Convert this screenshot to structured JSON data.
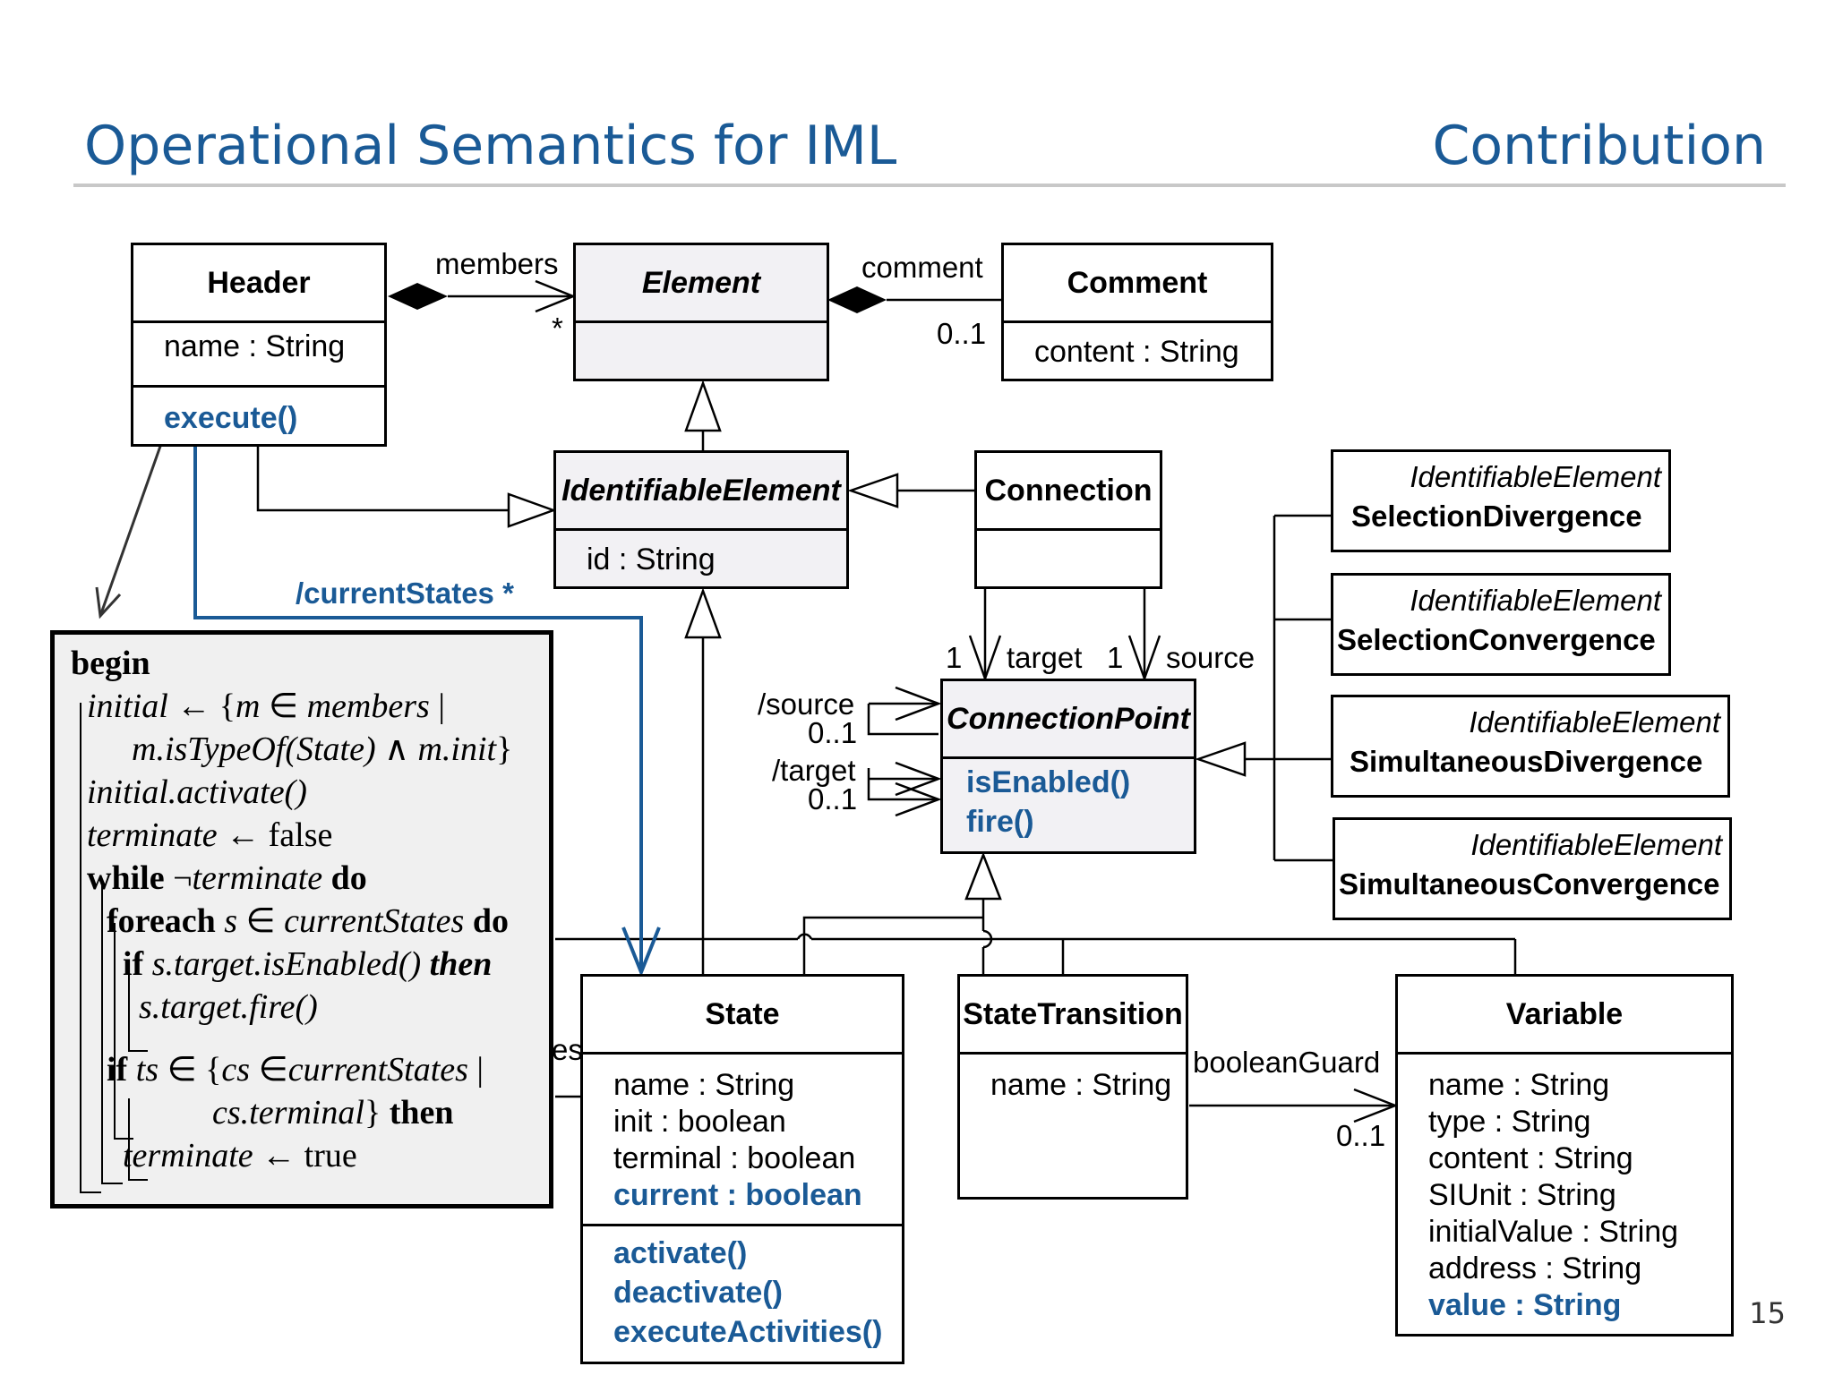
{
  "slide": {
    "title": "Operational Semantics for IML",
    "section": "Contribution",
    "page_number": "15"
  },
  "classes": {
    "header": {
      "name": "Header",
      "attr": "name : String",
      "op": "execute()"
    },
    "element": {
      "name": "Element"
    },
    "comment": {
      "name": "Comment",
      "attr": "content : String"
    },
    "identifiable_element": {
      "name": "IdentifiableElement",
      "attr": "id : String"
    },
    "connection": {
      "name": "Connection"
    },
    "connection_point": {
      "name": "ConnectionPoint",
      "ops": [
        "isEnabled()",
        "fire()"
      ]
    },
    "state": {
      "name": "State",
      "attrs": [
        "name : String",
        "init : boolean",
        "terminal : boolean"
      ],
      "attr_highlight": "current : boolean",
      "ops": [
        "activate()",
        "deactivate()",
        "executeActivities()"
      ]
    },
    "state_transition": {
      "name": "StateTransition",
      "attr": "name : String"
    },
    "variable": {
      "name": "Variable",
      "attrs": [
        "name : String",
        "type : String",
        "content : String",
        "SIUnit : String",
        "initialValue : String",
        "address : String"
      ],
      "attr_highlight": "value : String"
    },
    "stereotyped": [
      {
        "stereotype": "IdentifiableElement",
        "name": "SelectionDivergence"
      },
      {
        "stereotype": "IdentifiableElement",
        "name": "SelectionConvergence"
      },
      {
        "stereotype": "IdentifiableElement",
        "name": "SimultaneousDivergence"
      },
      {
        "stereotype": "IdentifiableElement",
        "name": "SimultaneousConvergence"
      }
    ]
  },
  "labels": {
    "members": "members",
    "members_mult": "*",
    "comment": "comment",
    "comment_mult": "0..1",
    "current_states": "/currentStates *",
    "target_mult": "1",
    "target": "target",
    "source_mult": "1",
    "source": "source",
    "derived_source": "/source",
    "derived_source_mult": "0..1",
    "derived_target": "/target",
    "derived_target_mult": "0..1",
    "boolean_guard": "booleanGuard",
    "boolean_guard_mult": "0..1",
    "cropped_label": "es"
  },
  "algorithm": {
    "l1": "begin",
    "l2_a": "initial",
    "l2_b": " ← {",
    "l2_c": "m",
    "l2_d": " ∈ ",
    "l2_e": "members",
    "l2_f": " |",
    "l3_a": "m.isTypeOf(State)",
    "l3_b": " ∧ ",
    "l3_c": "m.init",
    "l3_d": "}",
    "l4": "initial.activate()",
    "l5_a": "terminate",
    "l5_b": " ← false",
    "l6_a": "while",
    "l6_b": " ¬",
    "l6_c": "terminate",
    "l6_d": " do",
    "l7_a": "foreach",
    "l7_b": " s",
    "l7_c": " ∈ ",
    "l7_d": "currentStates",
    "l7_e": " do",
    "l8_a": "if",
    "l8_b": " s.target.isEnabled()",
    "l8_c": " then",
    "l9": "s.target.fire()",
    "l10_a": "if",
    "l10_b": " ts",
    "l10_c": " ∈ {",
    "l10_d": "cs",
    "l10_e": " ∈",
    "l10_f": "currentStates",
    "l10_g": " |",
    "l11_a": "cs.terminal",
    "l11_b": "}",
    "l11_c": " then",
    "l12_a": "terminate",
    "l12_b": " ← true"
  }
}
